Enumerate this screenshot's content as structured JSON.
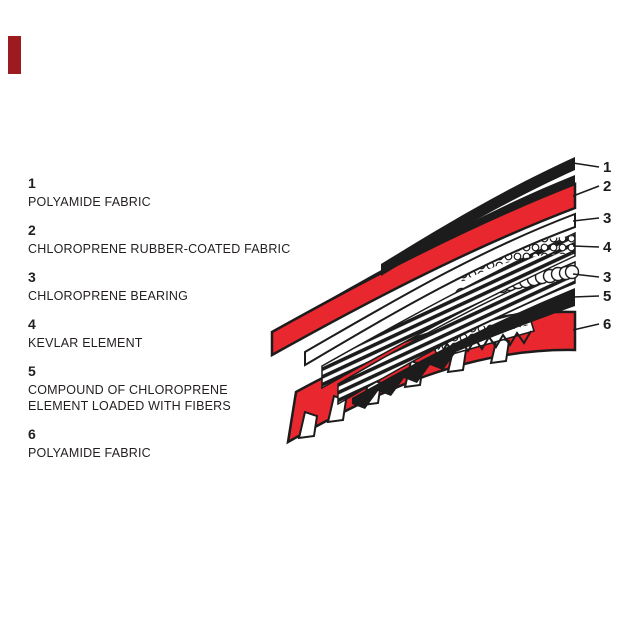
{
  "legend": {
    "items": [
      {
        "num": "1",
        "label": "POLYAMIDE FABRIC"
      },
      {
        "num": "2",
        "label": "CHLOROPRENE RUBBER-COATED FABRIC"
      },
      {
        "num": "3",
        "label": "CHLOROPRENE BEARING"
      },
      {
        "num": "4",
        "label": "KEVLAR ELEMENT"
      },
      {
        "num": "5",
        "label": "COMPOUND OF CHLOROPRENE\nELEMENT LOADED WITH  FIBERS"
      },
      {
        "num": "6",
        "label": "POLYAMIDE FABRIC"
      }
    ]
  },
  "callouts": [
    {
      "num": "1"
    },
    {
      "num": "2"
    },
    {
      "num": "3"
    },
    {
      "num": "4"
    },
    {
      "num": "3"
    },
    {
      "num": "5"
    },
    {
      "num": "6"
    }
  ],
  "colors": {
    "belt_red": "#e8282e",
    "outline_black": "#1c1c1c",
    "corner_mark_red": "#9b1b1e"
  }
}
